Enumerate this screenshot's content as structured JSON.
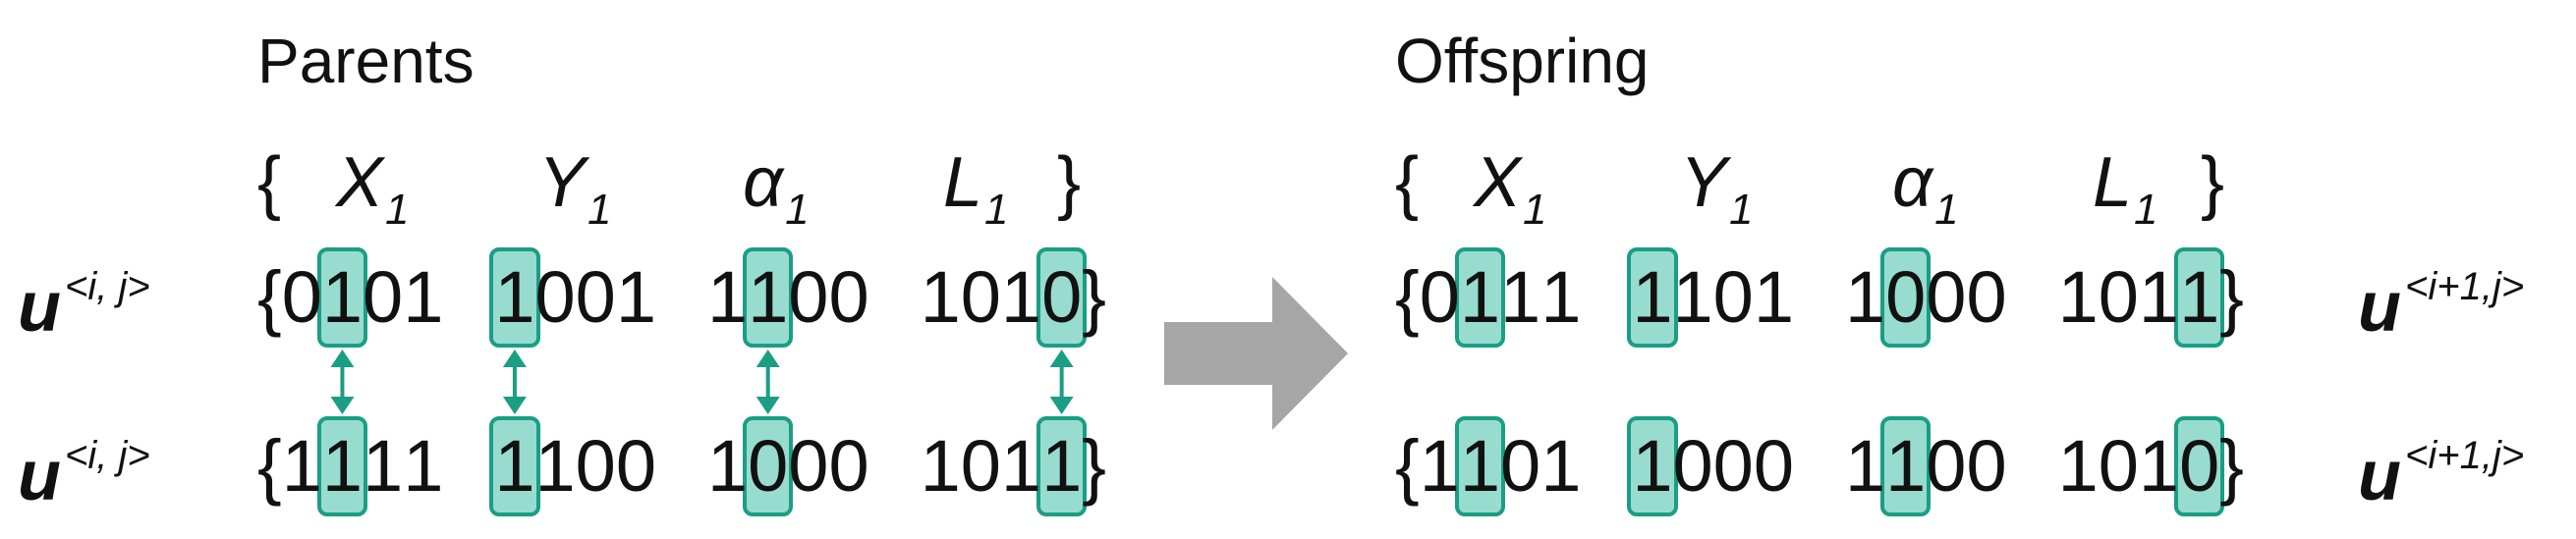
{
  "colors": {
    "highlight_fill": "#98dccf",
    "highlight_border": "#1a9e84",
    "arrow": "#1a9e84",
    "big_arrow": "#a6a6a6"
  },
  "parents": {
    "title": "Parents",
    "brace_open": "{",
    "brace_close": "}",
    "vars": [
      {
        "name": "X",
        "sub": "1"
      },
      {
        "name": "Y",
        "sub": "1"
      },
      {
        "name": "α",
        "sub": "1"
      },
      {
        "name": "L",
        "sub": "1"
      }
    ],
    "rows": [
      {
        "label": "u",
        "label_sup": "<i, j>",
        "open": "{",
        "close": "}",
        "genes": [
          "0101",
          "1001",
          "1100",
          "1010"
        ],
        "highlight": [
          1,
          0,
          1,
          3
        ]
      },
      {
        "label": "u",
        "label_sup": "<i, j>",
        "open": "{",
        "close": "}",
        "genes": [
          "1111",
          "1100",
          "1000",
          "1011"
        ],
        "highlight": [
          1,
          0,
          1,
          3
        ]
      }
    ]
  },
  "offspring": {
    "title": "Offspring",
    "brace_open": "{",
    "brace_close": "}",
    "vars": [
      {
        "name": "X",
        "sub": "1"
      },
      {
        "name": "Y",
        "sub": "1"
      },
      {
        "name": "α",
        "sub": "1"
      },
      {
        "name": "L",
        "sub": "1"
      }
    ],
    "rows": [
      {
        "label": "u",
        "label_sup": "<i+1,j>",
        "open": "{",
        "close": "}",
        "genes": [
          "0111",
          "1101",
          "1000",
          "1011"
        ],
        "highlight": [
          1,
          0,
          1,
          3
        ]
      },
      {
        "label": "u",
        "label_sup": "<i+1,j>",
        "open": "{",
        "close": "}",
        "genes": [
          "1101",
          "1000",
          "1100",
          "1010"
        ],
        "highlight": [
          1,
          0,
          1,
          3
        ]
      }
    ]
  }
}
